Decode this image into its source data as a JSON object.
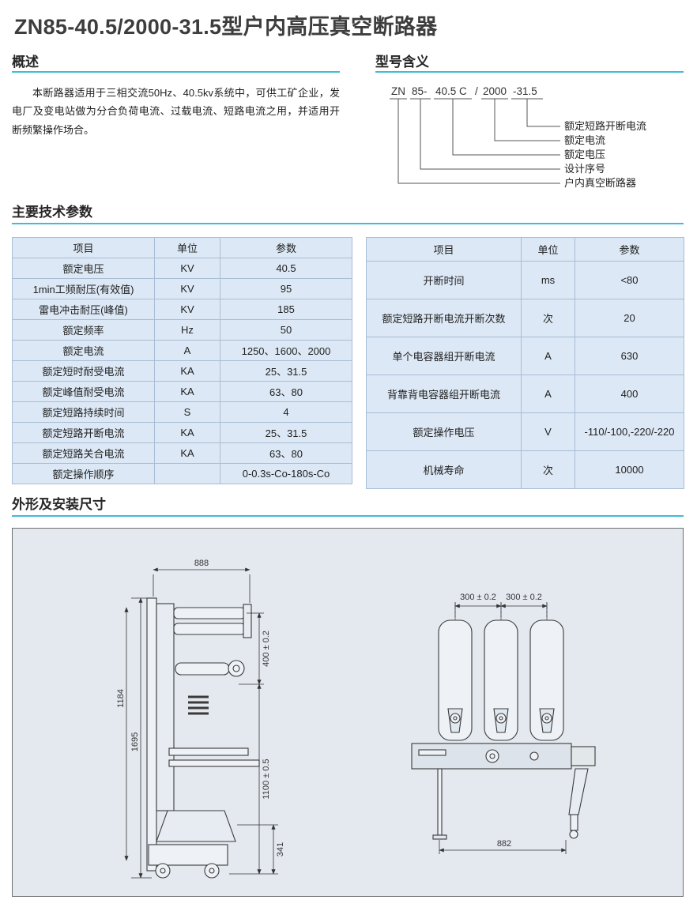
{
  "page": {
    "title": "ZN85-40.5/2000-31.5型户内高压真空断路器"
  },
  "theme": {
    "accent": "#3fbbdb",
    "table_bg": "#dce8f5",
    "panel_bg": "#e4e9f0"
  },
  "overview": {
    "heading": "概述",
    "body": "本断路器适用于三相交流50Hz、40.5kv系统中，可供工矿企业，发电厂及变电站做为分合负荷电流、过载电流、短路电流之用，并适用开断频繁操作场合。"
  },
  "model": {
    "heading": "型号含义",
    "code": {
      "seg1": "ZN",
      "seg2": "85-",
      "seg3": "40.5 C",
      "sep": "/",
      "seg4": "2000",
      "seg5": "-31.5"
    },
    "labels": {
      "l1": "额定短路开断电流",
      "l2": "额定电流",
      "l3": "额定电压",
      "l4": "设计序号",
      "l5": "户内真空断路器"
    }
  },
  "params": {
    "heading": "主要技术参数",
    "columns": [
      "项目",
      "单位",
      "参数"
    ],
    "left_rows": [
      {
        "item": "额定电压",
        "unit": "KV",
        "value": "40.5"
      },
      {
        "item": "1min工频耐压(有效值)",
        "unit": "KV",
        "value": "95"
      },
      {
        "item": "雷电冲击耐压(峰值)",
        "unit": "KV",
        "value": "185"
      },
      {
        "item": "额定频率",
        "unit": "Hz",
        "value": "50"
      },
      {
        "item": "额定电流",
        "unit": "A",
        "value": "1250、1600、2000"
      },
      {
        "item": "额定短时耐受电流",
        "unit": "KA",
        "value": "25、31.5"
      },
      {
        "item": "额定峰值耐受电流",
        "unit": "KA",
        "value": "63、80"
      },
      {
        "item": "额定短路持续时间",
        "unit": "S",
        "value": "4"
      },
      {
        "item": "额定短路开断电流",
        "unit": "KA",
        "value": "25、31.5"
      },
      {
        "item": "额定短路关合电流",
        "unit": "KA",
        "value": "63、80"
      },
      {
        "item": "额定操作顺序",
        "unit": "",
        "value": "0-0.3s-Co-180s-Co"
      }
    ],
    "right_rows": [
      {
        "item": "开断时间",
        "unit": "ms",
        "value": "<80"
      },
      {
        "item": "额定短路开断电流开断次数",
        "unit": "次",
        "value": "20"
      },
      {
        "item": "单个电容器组开断电流",
        "unit": "A",
        "value": "630"
      },
      {
        "item": "背靠背电容器组开断电流",
        "unit": "A",
        "value": "400"
      },
      {
        "item": "额定操作电压",
        "unit": "V",
        "value": "-110/-100,-220/-220"
      },
      {
        "item": "机械寿命",
        "unit": "次",
        "value": "10000"
      }
    ]
  },
  "drawing": {
    "heading": "外形及安装尺寸",
    "side_view": {
      "dim_width": "888",
      "dim_height_inner": "1184",
      "dim_height_total": "1695",
      "dim_pole_pitch": "400 ± 0.2",
      "dim_lower_height": "1100 ± 0.5",
      "dim_base_height": "341"
    },
    "front_view": {
      "dim_phase_spacing_1": "300 ± 0.2",
      "dim_phase_spacing_2": "300 ± 0.2",
      "dim_width": "882"
    }
  }
}
